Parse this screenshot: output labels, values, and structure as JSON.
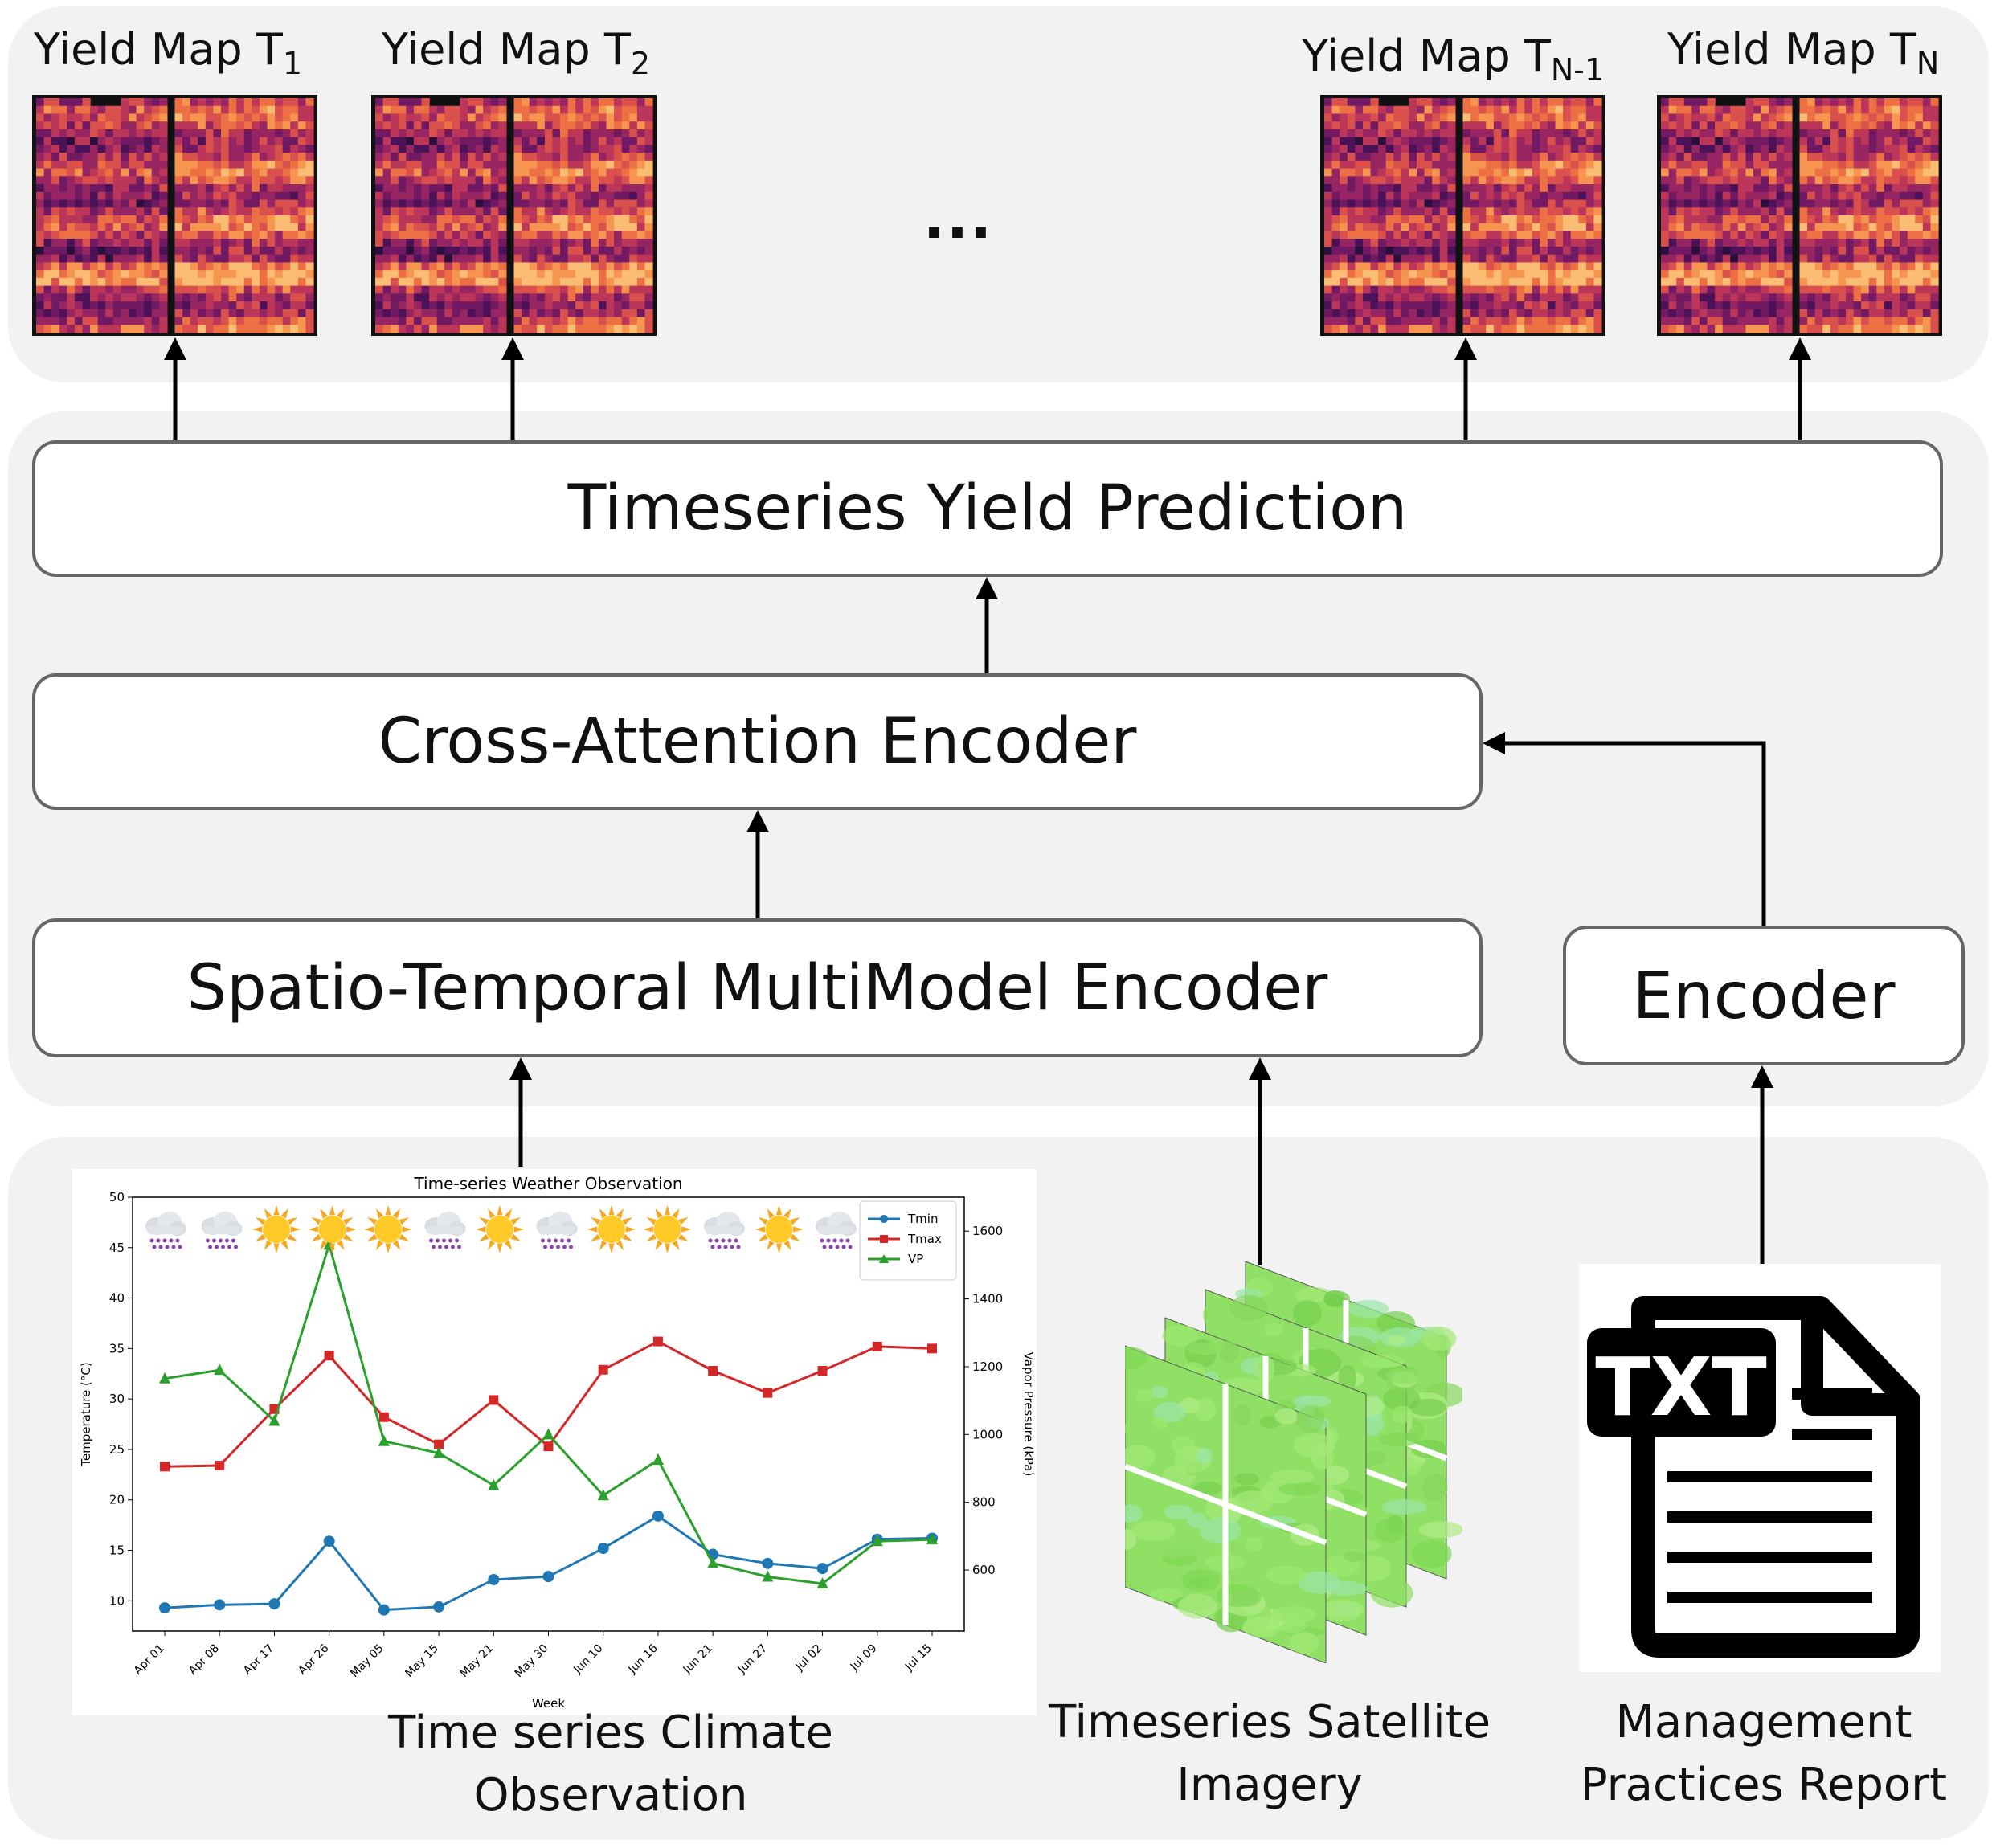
{
  "yield_maps": [
    {
      "base": "Yield Map T",
      "sub": "1"
    },
    {
      "base": "Yield Map T",
      "sub": "2"
    },
    {
      "base": "Yield Map T",
      "sub": "N-1"
    },
    {
      "base": "Yield Map T",
      "sub": "N"
    }
  ],
  "ellipsis": "...",
  "boxes": {
    "yield_prediction": "Timeseries Yield Prediction",
    "cross_attention": "Cross-Attention Encoder",
    "spatio_temporal": "Spatio-Temporal MultiModel Encoder",
    "encoder": "Encoder"
  },
  "inputs": {
    "climate_line1": "Time series Climate",
    "climate_line2": "Observation",
    "satellite_line1": "Timeseries Satellite",
    "satellite_line2": "Imagery",
    "management_line1": "Management",
    "management_line2": "Practices Report",
    "txt_label": "TXT"
  },
  "colors": {
    "panel": "#f2f2f2",
    "box_border": "#666666",
    "tmin": "#1f77b4",
    "tmax": "#d62728",
    "vp": "#2ca02c"
  },
  "weather_icons": [
    "rain",
    "rain",
    "sun",
    "sun",
    "sun",
    "rain",
    "sun",
    "rain",
    "sun",
    "sun",
    "rain",
    "sun",
    "rain"
  ],
  "chart_data": {
    "type": "line",
    "title": "Time-series Weather Observation",
    "xlabel": "Week",
    "ylabel": "Temperature (°C)",
    "y2label": "Vapor Pressure (kPa)",
    "categories": [
      "Apr 01",
      "Apr 08",
      "Apr 17",
      "Apr 26",
      "May 05",
      "May 15",
      "May 21",
      "May 30",
      "Jun 10",
      "Jun 16",
      "Jun 21",
      "Jun 27",
      "Jul 02",
      "Jul 09",
      "Jul 15"
    ],
    "ylim": [
      7,
      50
    ],
    "y2lim": [
      420,
      1700
    ],
    "yticks": [
      10,
      15,
      20,
      25,
      30,
      35,
      40,
      45,
      50
    ],
    "y2ticks": [
      600,
      800,
      1000,
      1200,
      1400,
      1600
    ],
    "legend_position": "top-right",
    "series": [
      {
        "name": "Tmin",
        "axis": "left",
        "marker": "circle",
        "values": [
          9.3,
          9.6,
          9.7,
          15.9,
          9.1,
          9.4,
          12.1,
          12.4,
          15.2,
          18.4,
          14.6,
          13.7,
          13.2,
          16.1,
          16.2
        ]
      },
      {
        "name": "Tmax",
        "axis": "left",
        "marker": "square",
        "values": [
          23.3,
          23.4,
          29.0,
          34.3,
          28.2,
          25.5,
          29.9,
          25.3,
          32.9,
          35.7,
          32.8,
          30.6,
          32.8,
          35.2,
          35.0
        ]
      },
      {
        "name": "VP",
        "axis": "right",
        "marker": "triangle",
        "values": [
          1165,
          1190,
          1040,
          1560,
          980,
          945,
          850,
          1000,
          820,
          925,
          620,
          580,
          560,
          685,
          690
        ]
      }
    ]
  }
}
